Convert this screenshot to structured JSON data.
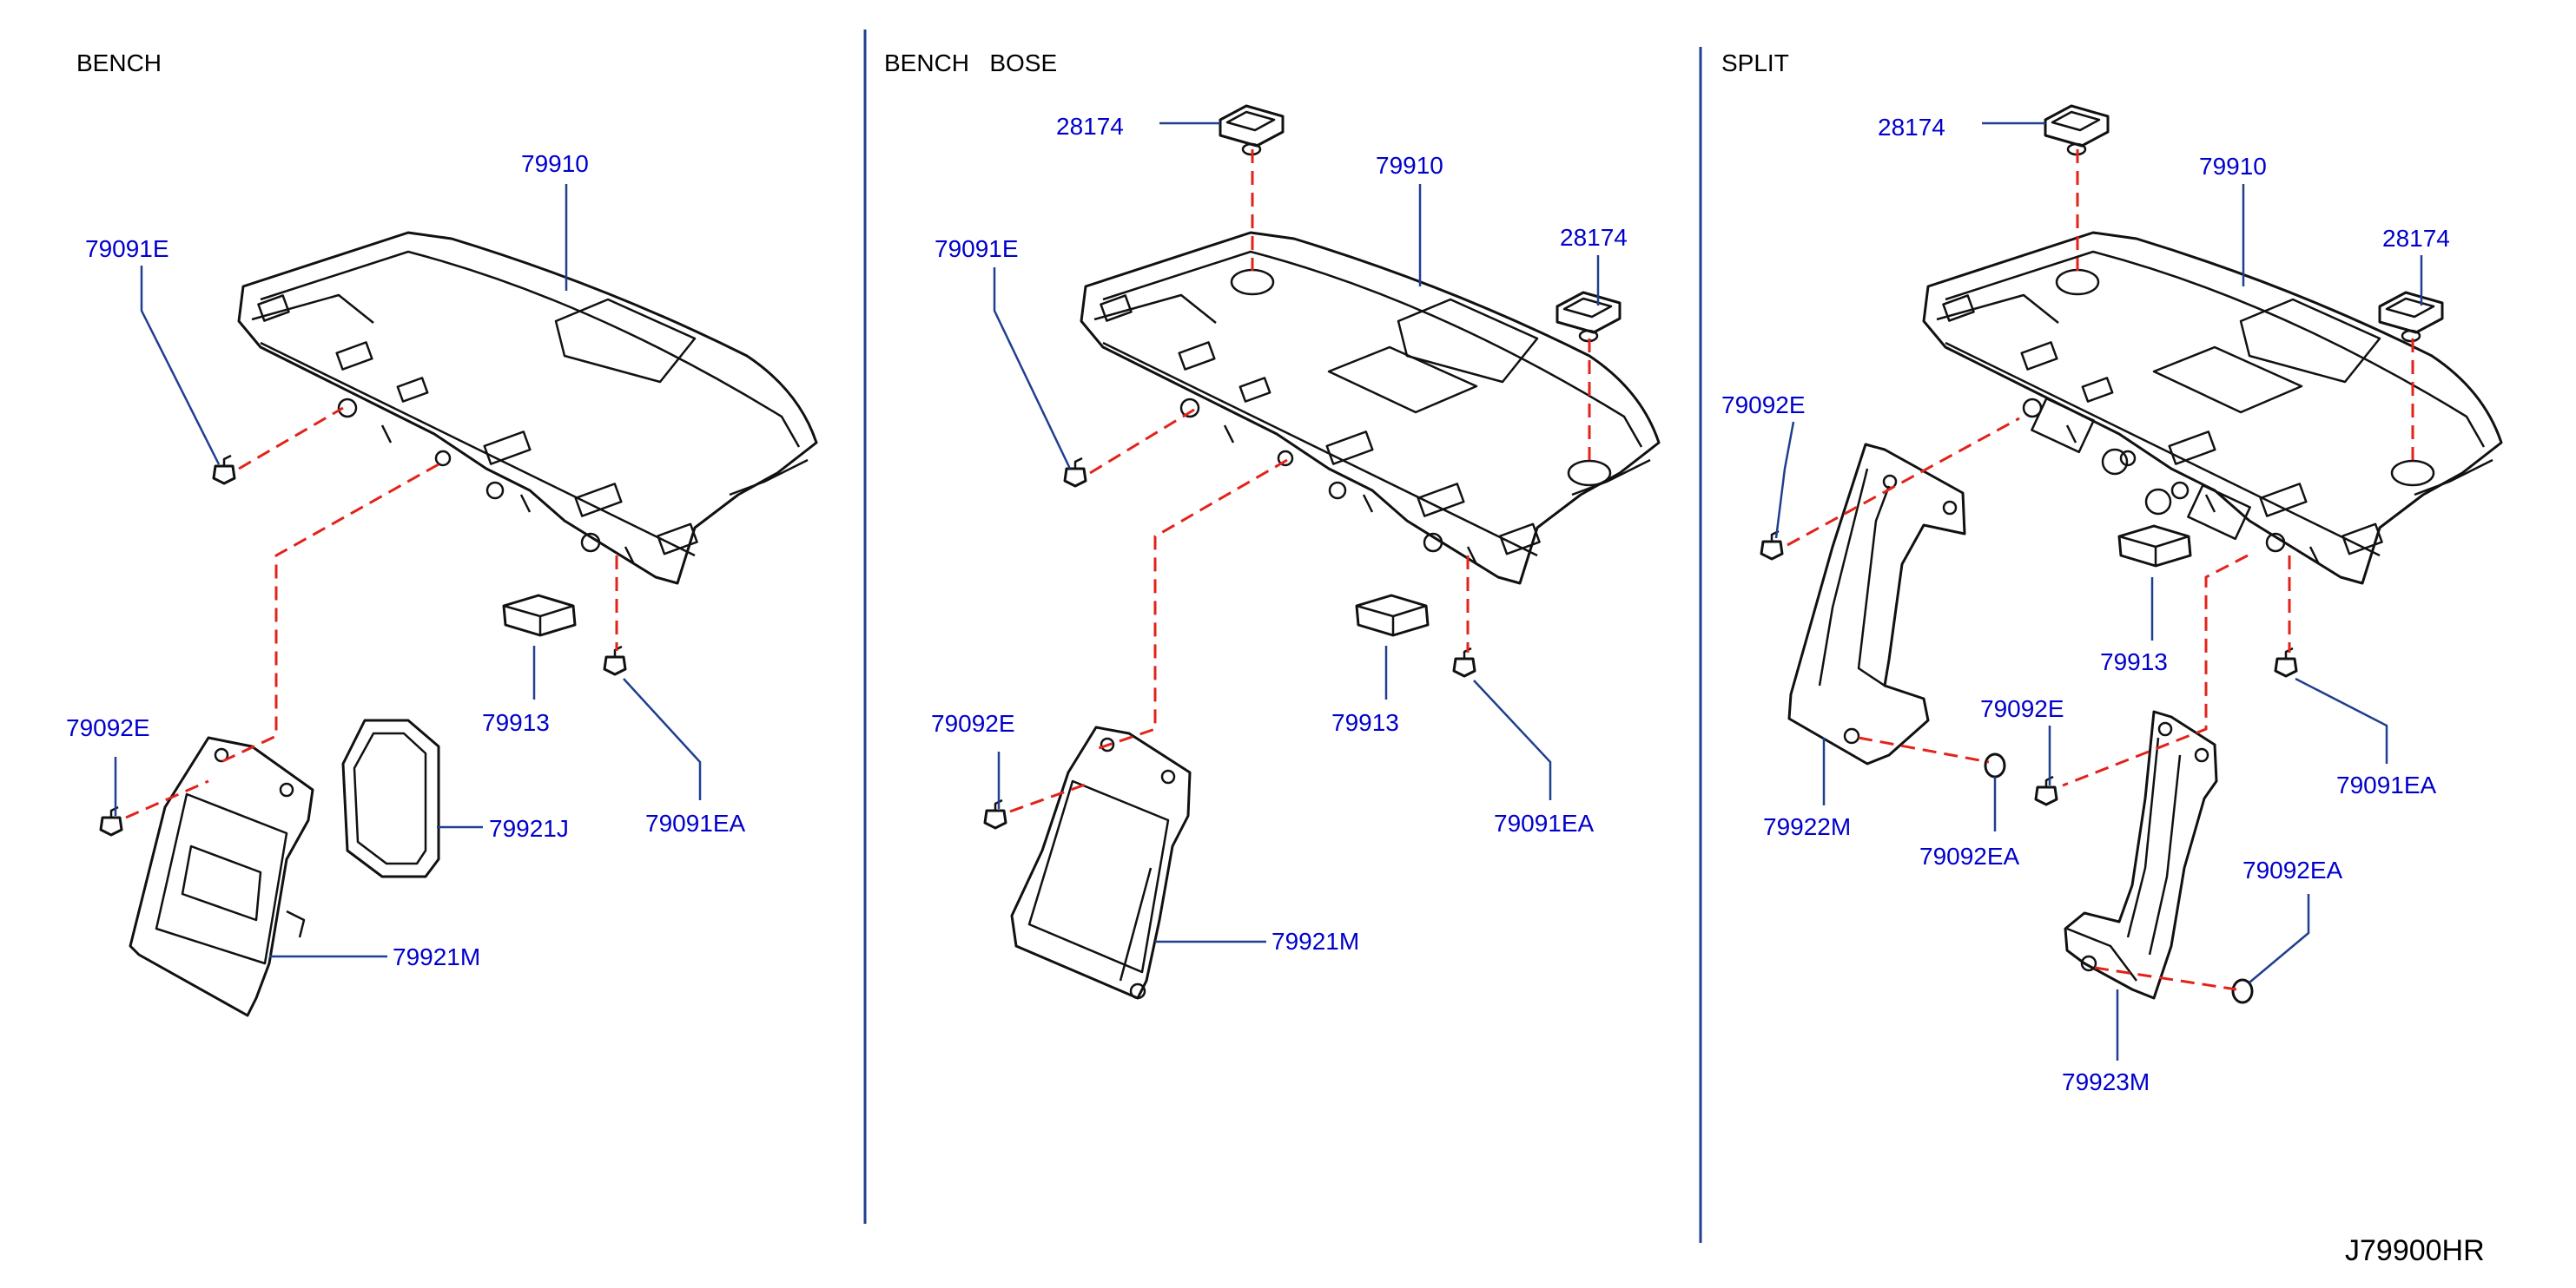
{
  "sections": [
    {
      "title": "BENCH"
    },
    {
      "title": "BENCH   BOSE"
    },
    {
      "title": "SPLIT"
    }
  ],
  "labels": {
    "bench": {
      "shelf": "79910",
      "clip_left": "79091E",
      "fastener": "79092E",
      "pad": "79913",
      "clip_right": "79091EA",
      "seal": "79921J",
      "bracket": "79921M"
    },
    "bose": {
      "cap_top": "28174",
      "shelf": "79910",
      "cap_right": "28174",
      "clip_left": "79091E",
      "fastener": "79092E",
      "pad": "79913",
      "clip_right": "79091EA",
      "bracket": "79921M"
    },
    "split": {
      "cap_top": "28174",
      "shelf": "79910",
      "cap_right": "28174",
      "fastener_left": "79092E",
      "pad": "79913",
      "clip_right": "79091EA",
      "fastener_mid": "79092E",
      "bracket_left": "79922M",
      "clip_bottom_left": "79092EA",
      "clip_bottom_right": "79092EA",
      "bracket_right": "79923M"
    }
  },
  "diagram_code": "J79900HR",
  "colors": {
    "label": "#0000cc",
    "leader": "#1f3f8f",
    "dashed": "#e2231a",
    "divider": "#1f3f8f",
    "line_art": "#111111"
  }
}
